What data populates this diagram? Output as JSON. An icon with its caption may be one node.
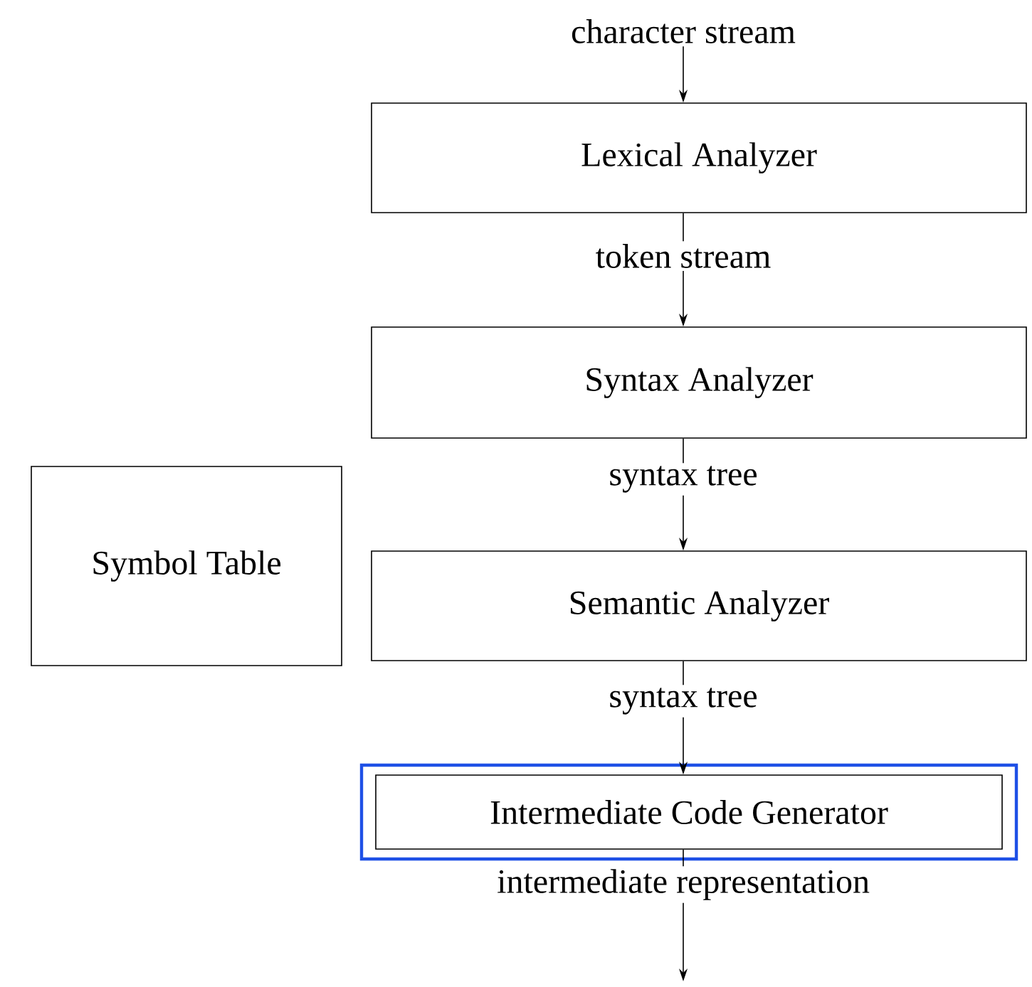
{
  "diagram": {
    "nodes": [
      {
        "text": [
          "character stream"
        ]
      },
      {
        "text": [
          "Lexical Analyzer"
        ]
      },
      {
        "text": [
          "Syntax Analyzer"
        ]
      },
      {
        "text": [
          "Symbol Table"
        ]
      },
      {
        "text": [
          "Semantic Analyzer"
        ]
      },
      {
        "text": [],
        "shape": "box"
      },
      {
        "text": [
          "Intermediate Code Generator"
        ],
        "in": 5
      }
    ],
    "edges": [
      {
        "from": 0,
        "to": 1,
        "arrow": "to"
      },
      {
        "from": 1,
        "to": 2,
        "arrow": "to",
        "label": "token stream"
      },
      {
        "from": 2,
        "to": 4,
        "arrow": "to",
        "label": "syntax tree"
      },
      {
        "from": 4,
        "to": 6,
        "arrow": "to",
        "label": "syntax tree"
      },
      {
        "from": 6,
        "to": null,
        "arrow": "to",
        "label": "intermediate representation"
      }
    ]
  }
}
